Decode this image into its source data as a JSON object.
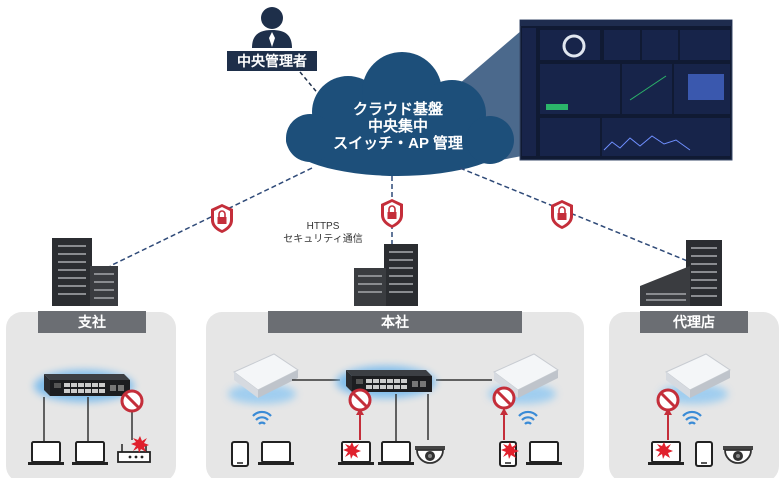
{
  "admin": {
    "label": "中央管理者"
  },
  "cloud": {
    "line1": "クラウド基盤",
    "line2": "中央集中",
    "line3": "スイッチ・AP 管理"
  },
  "https": {
    "line1": "HTTPS",
    "line2": "セキュリティ通信"
  },
  "sites": {
    "branch": "支社",
    "hq": "本社",
    "agency": "代理店"
  },
  "colors": {
    "navy": "#1e2f4a",
    "cloud": "#1d4f7a",
    "shield": "#c42e3a",
    "wifi": "#3a8bd6",
    "panel": "#e6e6e6",
    "label": "#6b6e73"
  }
}
